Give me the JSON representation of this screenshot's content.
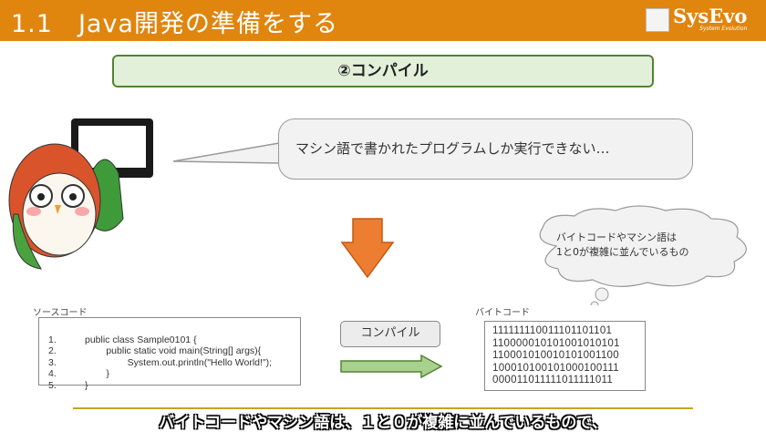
{
  "header": {
    "title": "1.1　Java開発の準備をする",
    "logo_text": "SysEvo",
    "logo_sub": "System Evolution"
  },
  "step_title": "②コンパイル",
  "speech": "マシン語で書かれたプログラムしか実行できない…",
  "thought": {
    "line1": "バイトコードやマシン語は",
    "line2": "1と0が複雑に並んでいるもの"
  },
  "source": {
    "label": "ソースコード",
    "lines": [
      {
        "n": "1.",
        "code": "public class Sample0101 {"
      },
      {
        "n": "2.",
        "code": "        public static void main(String[] args){"
      },
      {
        "n": "3.",
        "code": "                System.out.println(\"Hello World!\");"
      },
      {
        "n": "4.",
        "code": "        }"
      },
      {
        "n": "5.",
        "code": "}"
      }
    ]
  },
  "compile_label": "コンパイル",
  "bytecode": {
    "label": "バイトコード",
    "lines": [
      "11111111001110110110 1",
      "11000001010100101010 1",
      "11000101001010100110 0",
      "10001010010100010011 1",
      "00000110111110111110 11"
    ]
  },
  "subtitle": "バイトコードやマシン語は、１と０が複雑に並んでいるもので、",
  "colors": {
    "header": "#E0850E",
    "title_bg": "#E2F0D9",
    "title_border": "#548235",
    "arrow": "#ED7D31",
    "green_arrow": "#A9D18E"
  }
}
